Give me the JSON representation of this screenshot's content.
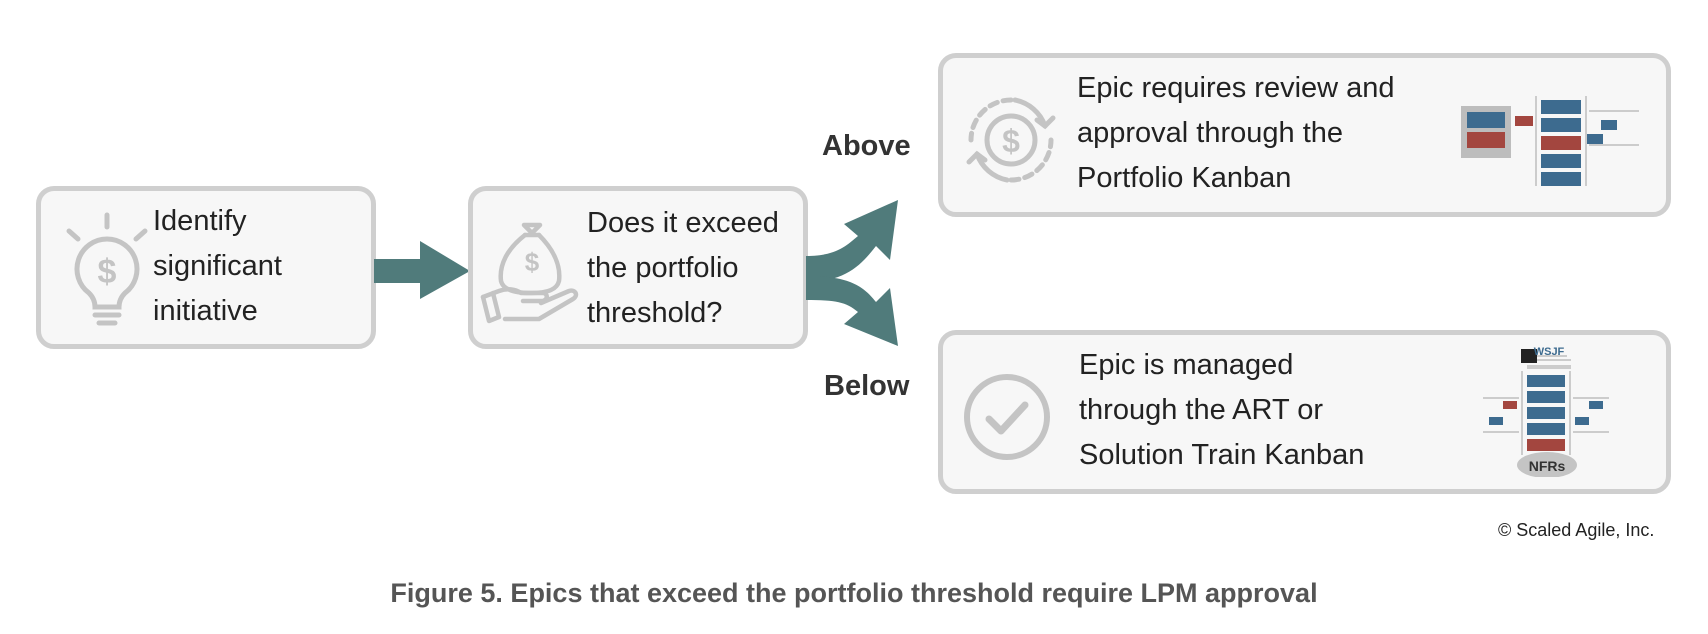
{
  "diagram": {
    "step1": {
      "text": "Identify\nsignificant\ninitiative",
      "icon": "lightbulb-dollar-icon"
    },
    "step2": {
      "text": "Does it exceed\nthe portfolio\nthreshold?",
      "icon": "money-bag-hand-icon"
    },
    "branch_above": {
      "label": "Above",
      "text": "Epic requires review and\napproval through the\nPortfolio Kanban",
      "icon": "dollar-cycle-icon"
    },
    "branch_below": {
      "label": "Below",
      "text": "Epic is managed\nthrough the ART or\nSolution Train Kanban",
      "icon": "checkmark-circle-icon",
      "kanban_top_label": "WSJF",
      "kanban_bottom_label": "NFRs"
    }
  },
  "copyright": "© Scaled Agile, Inc.",
  "caption": "Figure 5. Epics that exceed the portfolio threshold require LPM approval",
  "colors": {
    "arrow": "#507b7b",
    "box_border": "#cfcfcf",
    "box_fill": "#f7f7f7",
    "icon_gray": "#c4c4c4",
    "kanban_blue": "#3d6b8f",
    "kanban_red": "#a3463f"
  }
}
